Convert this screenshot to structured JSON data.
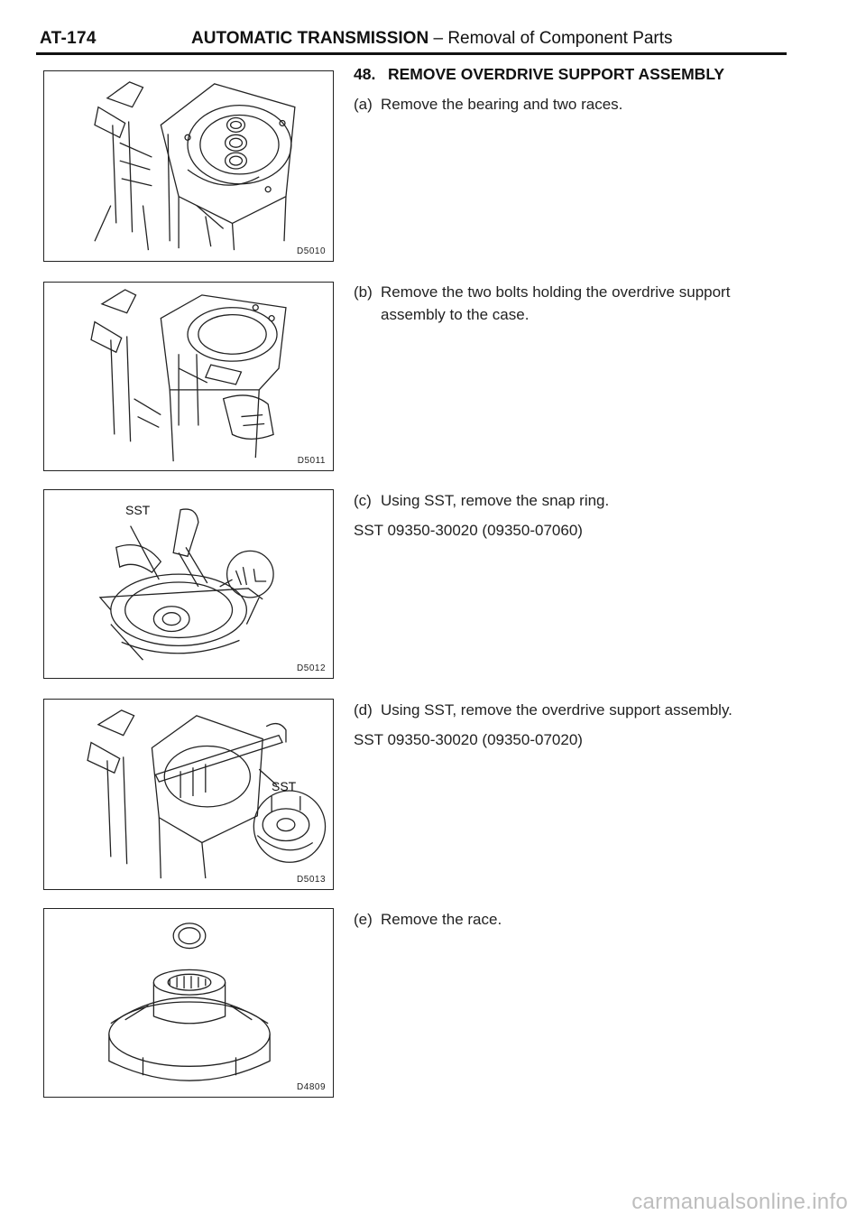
{
  "header": {
    "page_number": "AT-174",
    "section_title": "AUTOMATIC TRANSMISSION",
    "subtitle": "– Removal of Component Parts"
  },
  "step_heading": {
    "number": "48.",
    "text": "REMOVE OVERDRIVE SUPPORT ASSEMBLY"
  },
  "steps": [
    {
      "letter": "(a)",
      "lines": [
        "Remove the bearing and two races."
      ]
    },
    {
      "letter": "(b)",
      "lines": [
        "Remove the two bolts holding the overdrive support",
        "assembly to the case."
      ]
    },
    {
      "letter": "(c)",
      "lines": [
        "Using SST, remove the snap ring."
      ],
      "sst": "SST 09350-30020 (09350-07060)"
    },
    {
      "letter": "(d)",
      "lines": [
        "Using SST, remove the overdrive support assembly."
      ],
      "sst": "SST 09350-30020 (09350-07020)"
    },
    {
      "letter": "(e)",
      "lines": [
        "Remove the race."
      ]
    }
  ],
  "figures": [
    {
      "code": "D5010"
    },
    {
      "code": "D5011"
    },
    {
      "code": "D5012",
      "label": "SST"
    },
    {
      "code": "D5013",
      "label": "SST"
    },
    {
      "code": "D4809"
    }
  ],
  "watermark": "carmanualsonline.info",
  "colors": {
    "ink": "#111111",
    "rule": "#111111",
    "watermark": "#bdbdbd"
  }
}
